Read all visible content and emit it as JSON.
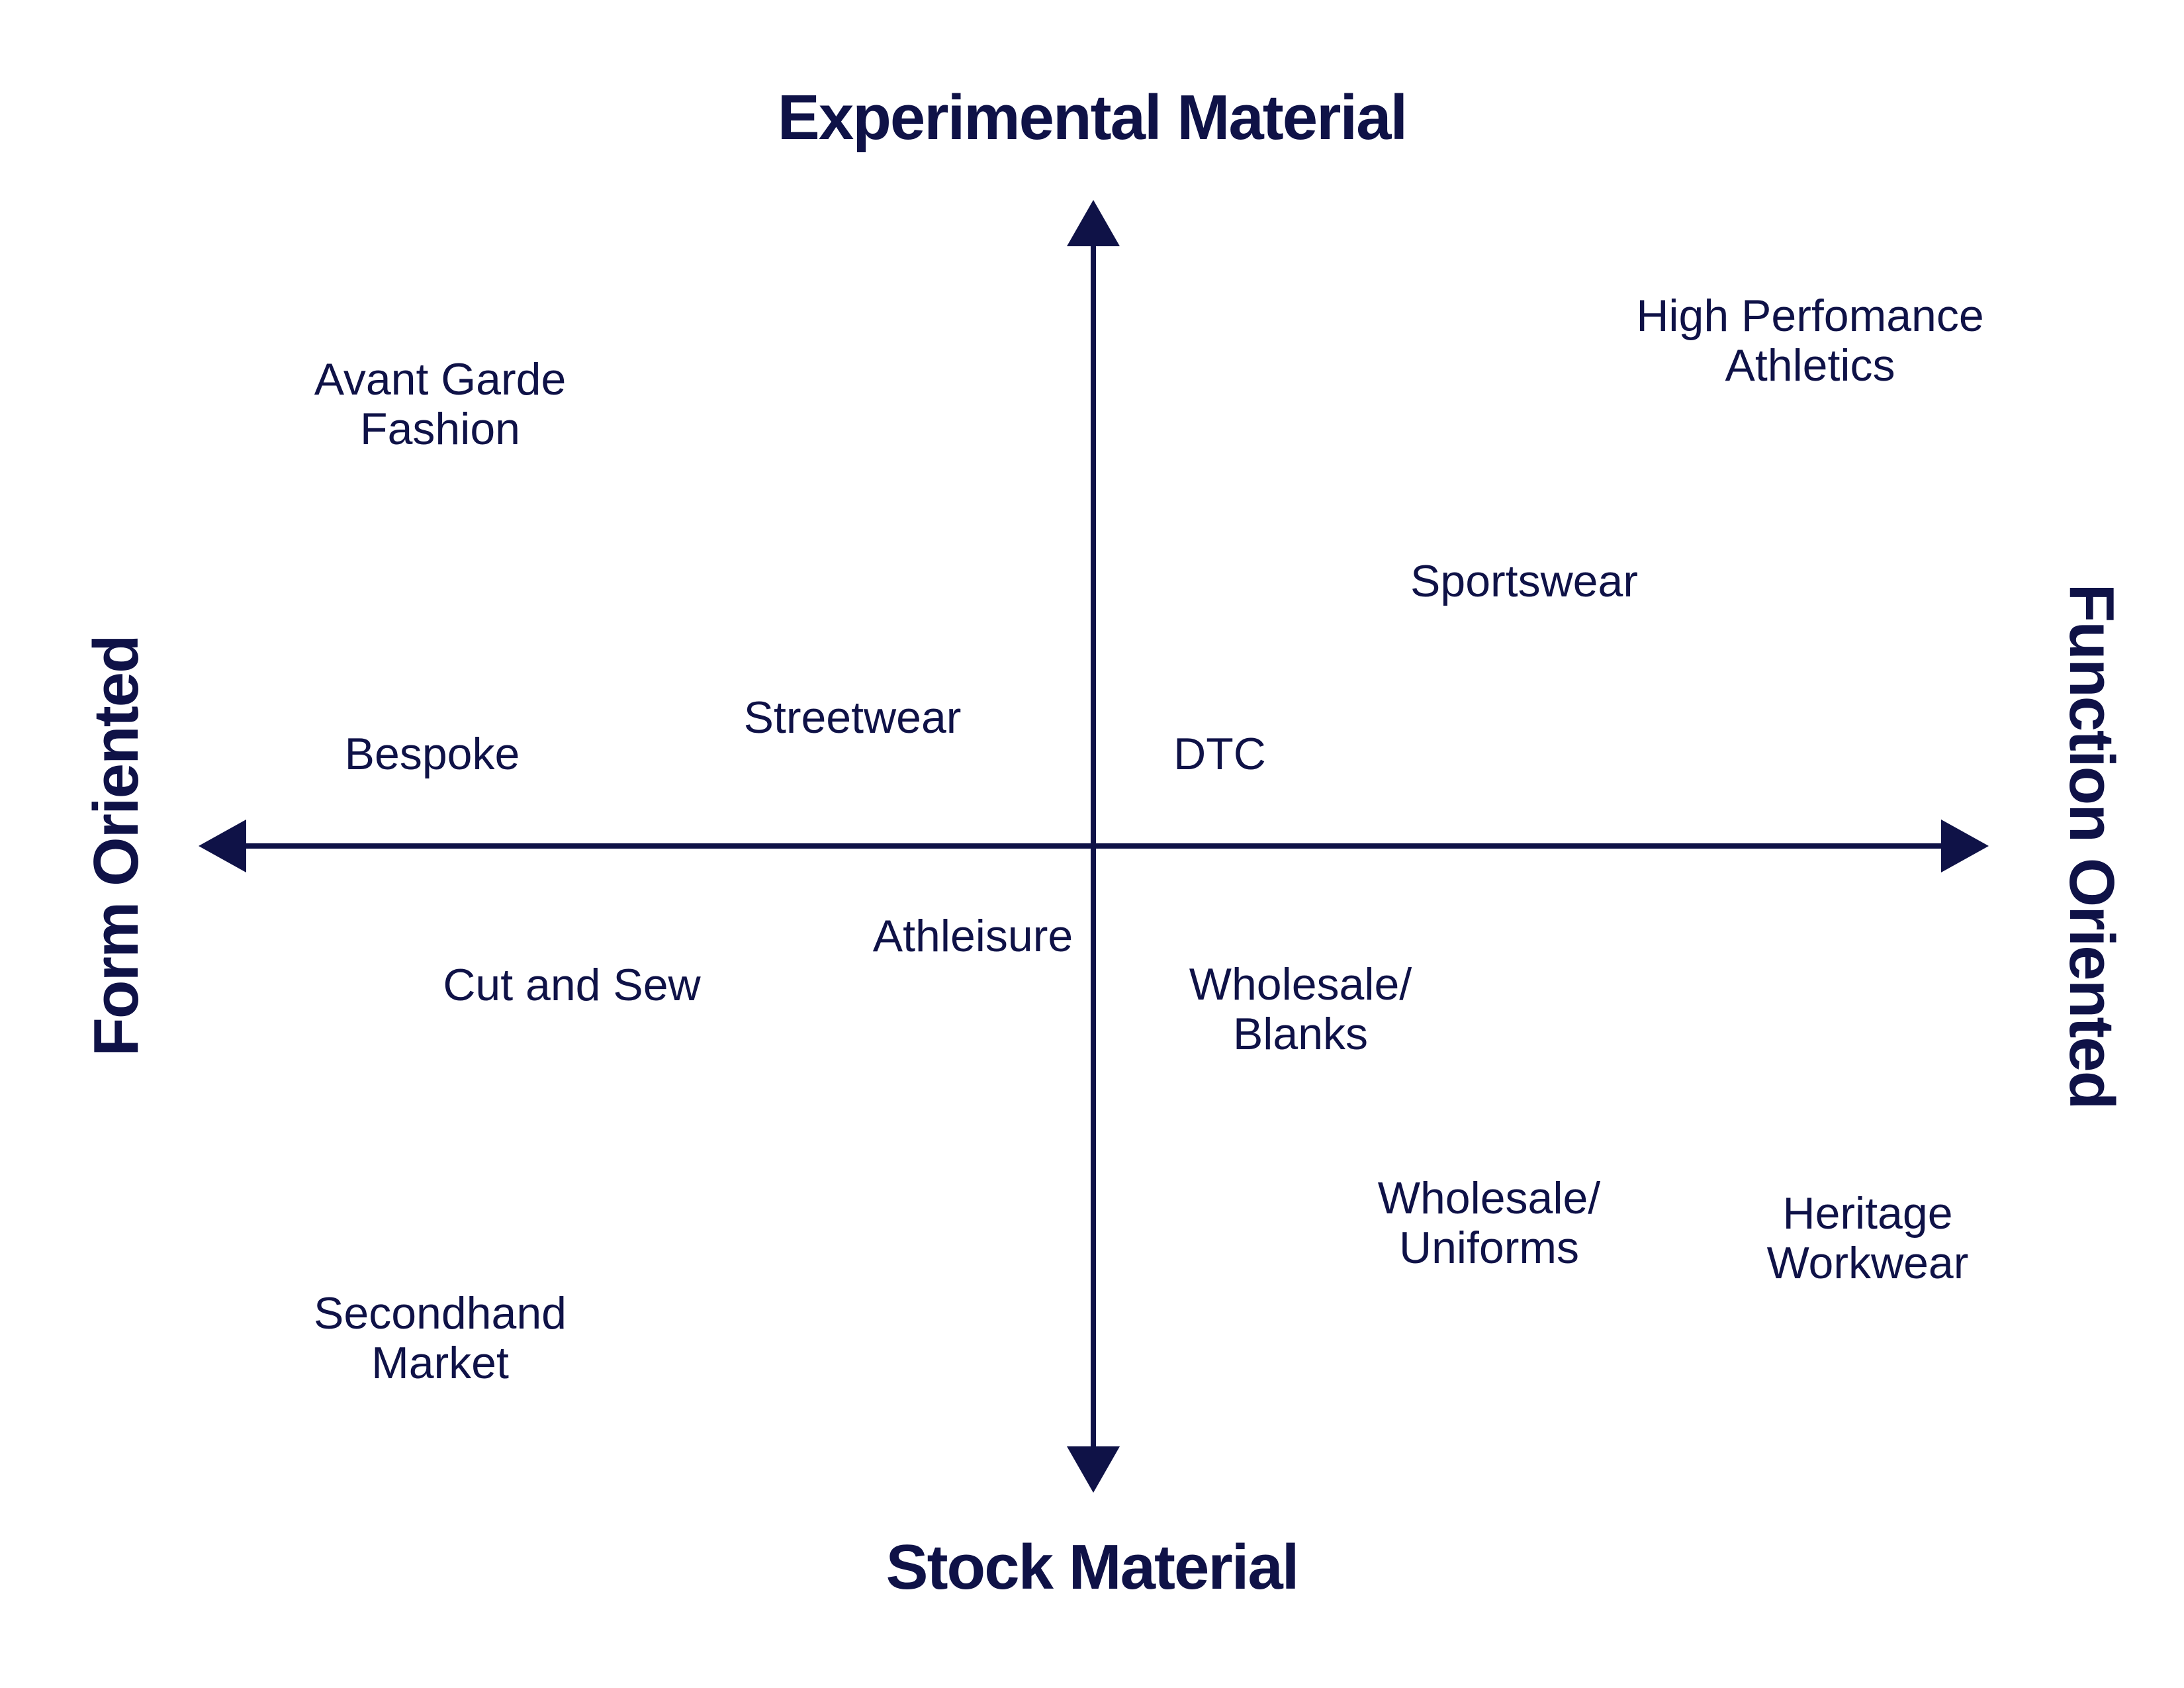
{
  "axes": {
    "top": "Experimental Material",
    "bottom": "Stock Material",
    "left": "Form Oriented",
    "right": "Function Oriented"
  },
  "items": [
    {
      "id": "avant-garde-fashion",
      "lines": [
        "Avant Garde",
        "Fashion"
      ]
    },
    {
      "id": "high-performance-athletics",
      "lines": [
        "High Perfomance",
        "Athletics"
      ]
    },
    {
      "id": "sportswear",
      "lines": [
        "Sportswear"
      ]
    },
    {
      "id": "streetwear",
      "lines": [
        "Streetwear"
      ]
    },
    {
      "id": "bespoke",
      "lines": [
        "Bespoke"
      ]
    },
    {
      "id": "dtc",
      "lines": [
        "DTC"
      ]
    },
    {
      "id": "athleisure",
      "lines": [
        "Athleisure"
      ]
    },
    {
      "id": "cut-and-sew",
      "lines": [
        "Cut and Sew"
      ]
    },
    {
      "id": "wholesale-blanks",
      "lines": [
        "Wholesale/",
        "Blanks"
      ]
    },
    {
      "id": "wholesale-uniforms",
      "lines": [
        "Wholesale/",
        "Uniforms"
      ]
    },
    {
      "id": "heritage-workwear",
      "lines": [
        "Heritage",
        "Workwear"
      ]
    },
    {
      "id": "secondhand-market",
      "lines": [
        "Secondhand",
        "Market"
      ]
    }
  ],
  "colors": {
    "ink": "#0f1247",
    "background": "#ffffff"
  }
}
